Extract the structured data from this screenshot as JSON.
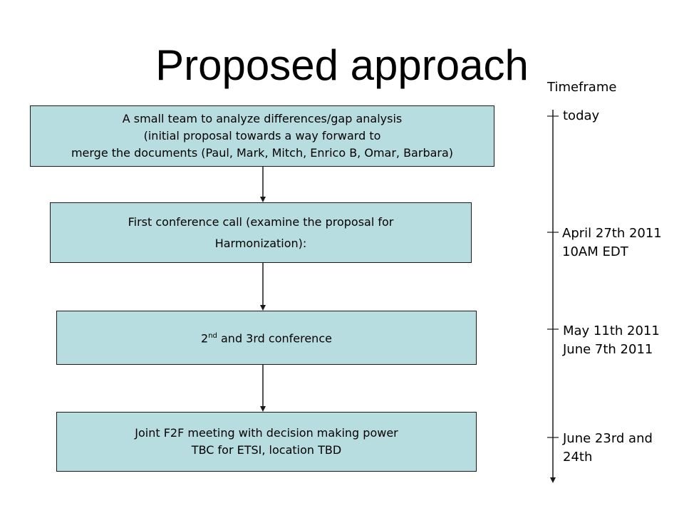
{
  "slide": {
    "title": "Proposed approach"
  },
  "steps": [
    {
      "lines": [
        "A small team to analyze differences/gap analysis",
        "(initial proposal towards a way forward to",
        "merge the documents (Paul, Mark, Mitch, Enrico B, Omar, Barbara)"
      ]
    },
    {
      "lines": [
        "First conference call (examine the proposal for",
        "Harmonization):"
      ]
    },
    {
      "prefix": "2",
      "sup": "nd",
      "rest": " and 3rd conference"
    },
    {
      "lines": [
        "Joint F2F meeting with decision making power",
        "TBC for ETSI, location TBD"
      ]
    }
  ],
  "timeframe": {
    "heading": "Timeframe",
    "milestones": [
      {
        "lines": [
          "today"
        ]
      },
      {
        "lines": [
          "April 27th 2011",
          "10AM EDT"
        ]
      },
      {
        "lines": [
          "May 11th 2011",
          "June 7th 2011"
        ]
      },
      {
        "lines": [
          "June 23rd and",
          "24th"
        ]
      }
    ]
  },
  "colors": {
    "box_fill": "#b7dde0",
    "line": "#1a1a1a"
  }
}
